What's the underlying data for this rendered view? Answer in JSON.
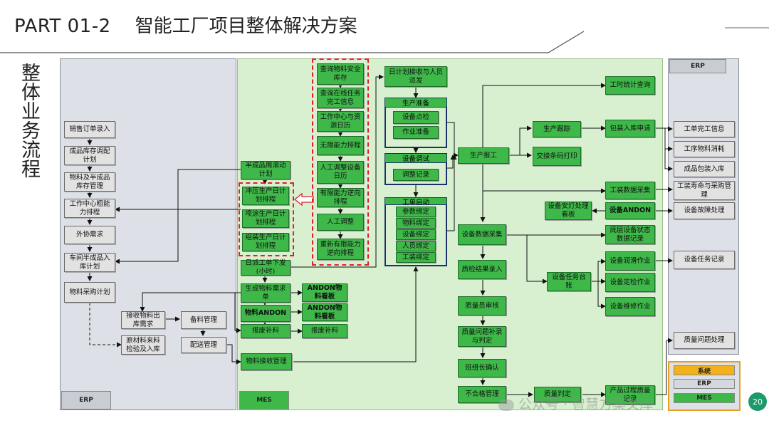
{
  "header": {
    "part": "PART 01-2",
    "title": "智能工厂项目整体解决方案"
  },
  "side_title": "整体业务流程",
  "zones": {
    "erp_bottom": "ERP",
    "mes_bottom": "MES",
    "erp_top_right": "ERP"
  },
  "legend": {
    "system": "系统",
    "erp": "ERP",
    "mes": "MES"
  },
  "page_number": "20",
  "watermark": "公众号 · 智慧方案文库",
  "erp_left": [
    "销售订单录入",
    "成品库存调配计划",
    "物料及半成品库存管理",
    "工作中心粗能力排程",
    "外协需求",
    "车间半成品入库计划",
    "物料采购计划"
  ],
  "material": {
    "recv": "接收物料出库需求",
    "inspect": "原材料来料检验及入库",
    "prep": "备料管理",
    "deliver": "配送管理"
  },
  "mes_left": {
    "semi": "半成品周滚动计划",
    "stamp": "冲压生产日计划排程",
    "spray": "喷涂生产日计划排程",
    "assy": "组装生产日计划排程",
    "dispatch": "日派工单下发(小时)",
    "gen_req": "生成物料需求单",
    "mat_andon": "物料ANDON",
    "scrap": "报废补料",
    "board1": "ANDON物料看板",
    "board2": "ANDON物料看板",
    "scrap2": "报废补料",
    "mat_recv": "物料接收管理"
  },
  "red_list": [
    "查询物料安全库存",
    "查询在线任务完工信息",
    "工作中心与资源日历",
    "无限能力排程",
    "人工调整设备日历",
    "有限能力逆向排程",
    "人工调整",
    "重新有限能力逆向排程"
  ],
  "mid": {
    "plan_recv": "日计划接收与人员派发",
    "prep_hdr": "生产准备",
    "spot": "设备点检",
    "job_prep": "作业准备",
    "debug_hdr": "设备调试",
    "debug_rec": "调整记录",
    "start_hdr": "工单启动",
    "bind": [
      "参数绑定",
      "物料绑定",
      "设备绑定",
      "人员绑定",
      "工装绑定"
    ]
  },
  "right": {
    "report": "生产报工",
    "track": "生产跟踪",
    "handover": "交接条码打印",
    "pack": "包装入库申请",
    "hours": "工时统计查询",
    "tooling": "工装数据采集",
    "andon_board": "设备安灯处理看板",
    "eq_andon": "设备ANDON",
    "eq_collect": "设备数据采集",
    "eq_status": "底层设备状态数据记录",
    "eq_task": "设备任务台账",
    "lube": "设备润滑作业",
    "inspect": "设备定检作业",
    "repair": "设备维修作业",
    "qc_entry": "质检结果录入",
    "qc_audit": "质量员审核",
    "q_make": "质量问题补录与判定",
    "leader": "班组长确认",
    "ng": "不合格管理",
    "q_judge": "质量判定",
    "trace": "产品过程质量记录"
  },
  "erp_right": [
    "工单完工信息",
    "工序物料消耗",
    "成品包装入库",
    "工装寿命与采购管理",
    "设备故障处理",
    "设备任务记录",
    "质量问题处理"
  ],
  "colors": {
    "green": "#3fb84a",
    "mes_bg": "#d8f0cf",
    "erp_bg": "#dde0e6",
    "red": "#e0212a",
    "navy": "#1b2f6b"
  }
}
